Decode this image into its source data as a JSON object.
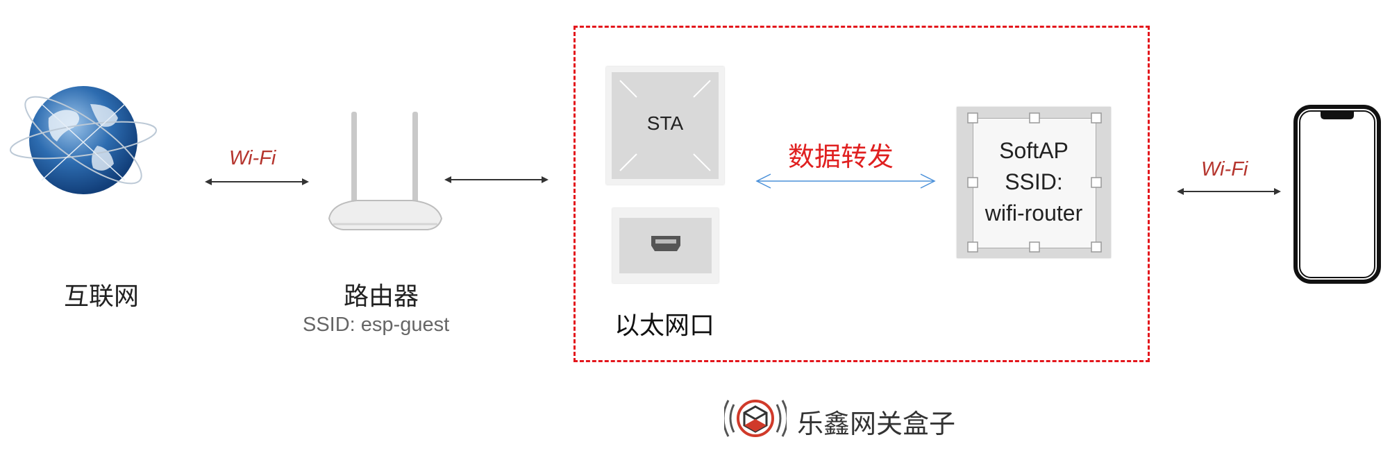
{
  "nodes": {
    "internet": {
      "label": "互联网"
    },
    "router": {
      "label": "路由器",
      "ssid": "SSID: esp-guest"
    },
    "sta": {
      "label": "STA"
    },
    "ethernet": {
      "label": "以太网口"
    },
    "softap": {
      "line1": "SoftAP",
      "line2": "SSID:",
      "line3": "wifi-router"
    },
    "phone": {
      "label": ""
    }
  },
  "links": {
    "internet_router": "Wi-Fi",
    "forwarding": "数据转发",
    "softap_phone": "Wi-Fi"
  },
  "brand": {
    "name": "乐鑫网关盒子"
  },
  "colors": {
    "dashed_border": "#e3161c",
    "wifi_text": "#b5352e",
    "forward_text": "#e02020",
    "forward_arrow": "#4a90d9"
  },
  "icons": {
    "internet": "globe-icon",
    "router": "router-icon",
    "ethernet": "ethernet-port-icon",
    "phone": "phone-icon",
    "brand": "brand-logo-icon"
  }
}
